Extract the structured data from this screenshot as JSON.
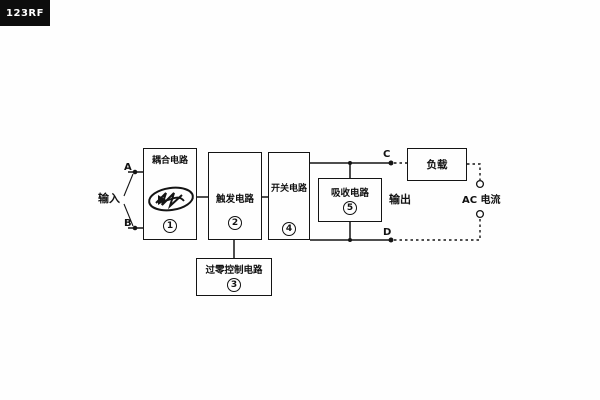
{
  "watermark": {
    "text": "123RF"
  },
  "input": {
    "label": "输入",
    "terminal_a": "A",
    "terminal_b": "B"
  },
  "output": {
    "label": "输出",
    "terminal_c": "C",
    "terminal_d": "D",
    "ac_label": "AC 电流"
  },
  "blocks": {
    "coupling": {
      "title": "耦合电路",
      "number": "1"
    },
    "trigger": {
      "title": "触发电路",
      "number": "2"
    },
    "zero_cross": {
      "title": "过零控制电路",
      "number": "3"
    },
    "switch": {
      "title": "开关电路",
      "number": "4"
    },
    "snubber": {
      "title": "吸收电路",
      "number": "5"
    },
    "load": {
      "title": "负载"
    }
  },
  "colors": {
    "line": "#141414",
    "background": "#ffffff",
    "watermark_bg": "#0d0d0d"
  }
}
